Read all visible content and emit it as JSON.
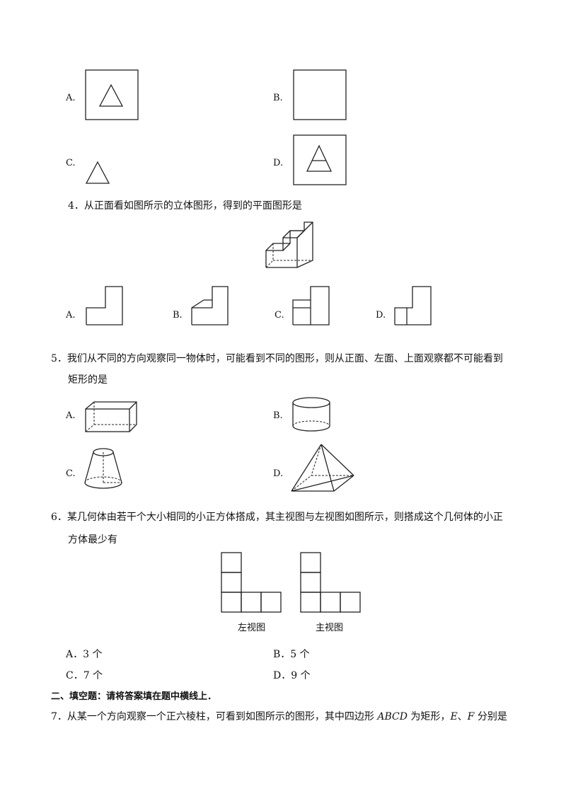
{
  "q3": {
    "options": [
      {
        "label": "A."
      },
      {
        "label": "B."
      },
      {
        "label": "C."
      },
      {
        "label": "D."
      }
    ]
  },
  "q4": {
    "number": "4．",
    "text": "从正面看如图所示的立体图形，得到的平面图形是",
    "options": [
      {
        "label": "A."
      },
      {
        "label": "B."
      },
      {
        "label": "C."
      },
      {
        "label": "D."
      }
    ]
  },
  "q5": {
    "number": "5．",
    "line1": "我们从不同的方向观察同一物体时，可能看到不同的图形，则从正面、左面、上面观察都不可能看到",
    "line2": "矩形的是",
    "options": [
      {
        "label": "A."
      },
      {
        "label": "B."
      },
      {
        "label": "C."
      },
      {
        "label": "D."
      }
    ]
  },
  "q6": {
    "number": "6．",
    "line1": "某几何体由若干个大小相同的小正方体搭成，其主视图与左视图如图所示，则搭成这个几何体的小正",
    "line2": "方体最少有",
    "caption_left": "左视图",
    "caption_right": "主视图",
    "options": [
      {
        "label": "A．3 个"
      },
      {
        "label": "B．5 个"
      },
      {
        "label": "C．7 个"
      },
      {
        "label": "D．9 个"
      }
    ]
  },
  "section2": {
    "heading": "二、填空题：请将答案填在题中横线上．"
  },
  "q7": {
    "number": "7．",
    "text_a": "从某一个方向观察一个正六棱柱，可看到如图所示的图形，其中四边形 ",
    "text_abcd": "ABCD",
    "text_b": " 为矩形，",
    "text_e": "E",
    "text_c": "、",
    "text_f": "F",
    "text_d": " 分别是"
  }
}
